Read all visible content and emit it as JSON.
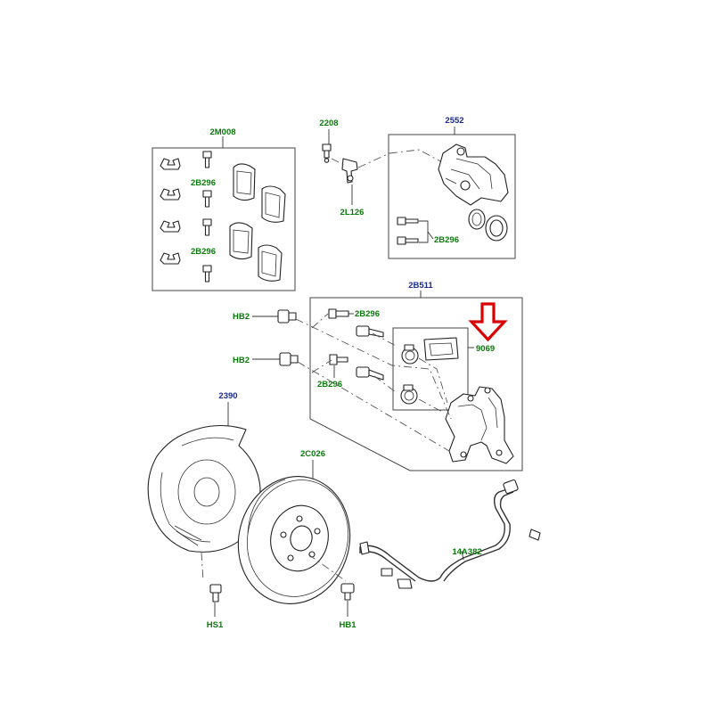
{
  "colors": {
    "part_number": "#0a7a0a",
    "assembly_number": "#1a2a8c",
    "highlight": "#d80000"
  },
  "labels": {
    "pad_kit": "2M008",
    "pad_kit_bolt_a": "2B296",
    "pad_kit_bolt_b": "2B296",
    "bleed_screw": "2208",
    "bleed_line_clip": "2L126",
    "caliper_assembly": "2552",
    "caliper_bolts": "2B296",
    "carrier_assembly": "2B511",
    "carrier_bolt_upper": "2B296",
    "carrier_bolt_lower": "2B296",
    "guide_pin_kit": "9069",
    "mount_bolt_upper": "HB2",
    "mount_bolt_lower": "HB2",
    "dust_shield": "2390",
    "brake_disc": "2C026",
    "disc_screw": "HB1",
    "shield_screw": "HS1",
    "wear_sensor": "14A382"
  },
  "icons": {
    "highlight": "red-down-arrow-icon"
  }
}
